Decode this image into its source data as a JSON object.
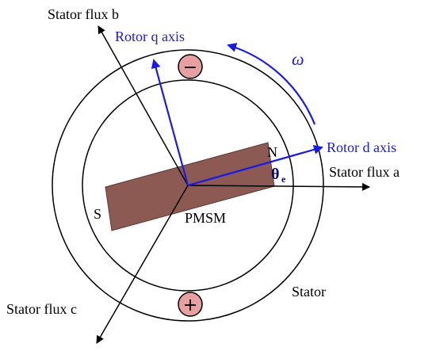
{
  "labels": {
    "stator_flux_a": "Stator flux a",
    "stator_flux_b": "Stator flux b",
    "stator_flux_c": "Stator flux c",
    "rotor_d_axis": "Rotor d axis",
    "rotor_q_axis": "Rotor q axis",
    "omega": "ω",
    "theta": "θ",
    "theta_subscript": "e",
    "north": "N",
    "south": "S",
    "pmsm": "PMSM",
    "stator": "Stator",
    "minus": "−",
    "plus": "+"
  },
  "colors": {
    "rotor_body": "#8c5a52",
    "rotor_axes": "#1a1ae6",
    "coil_fill": "#e6a0a0",
    "lines": "#000000"
  }
}
